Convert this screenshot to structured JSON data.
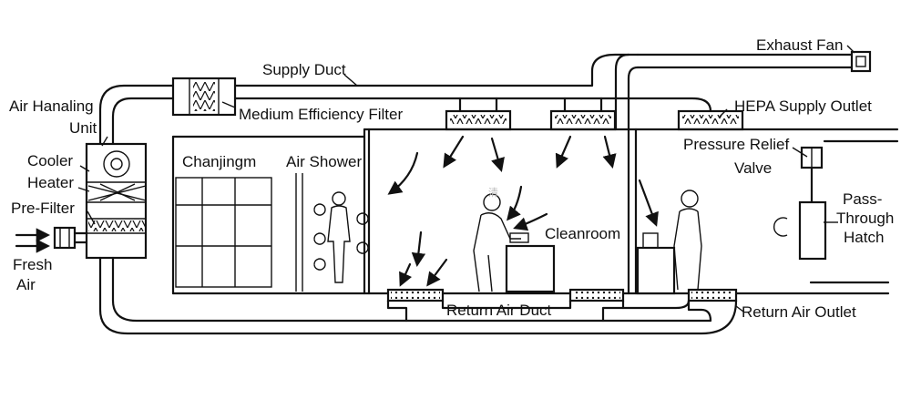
{
  "diagram": {
    "labels": {
      "exhaust_fan": "Exhaust Fan",
      "supply_duct": "Supply Duct",
      "ahu_line1": "Air Hanaling",
      "ahu_line2": "Unit",
      "medium_filter": "Medium Efficiency Filter",
      "hepa_outlet": "HEPA Supply Outlet",
      "cooler": "Cooler",
      "heater": "Heater",
      "pre_filter": "Pre-Filter",
      "changing_room": "Chanjingm",
      "air_shower": "Air Shower",
      "pressure_relief_line1": "Pressure Relief",
      "pressure_relief_line2": "Valve",
      "pass_through_line1": "Pass-",
      "pass_through_line2": "Through",
      "pass_through_line3": "Hatch",
      "cleanroom": "Cleanroom",
      "fresh_air_line1": "Fresh",
      "fresh_air_line2": "Air",
      "return_air_duct": "Return Air Duct",
      "return_air_outlet": "Return Air Outlet"
    },
    "watermark": "清"
  }
}
